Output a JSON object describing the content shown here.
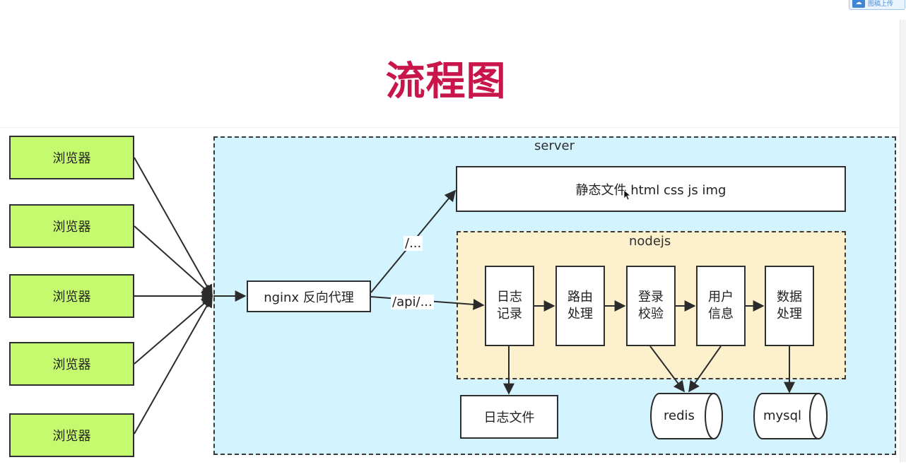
{
  "title": "流程图",
  "corner_widget": {
    "icon": "cloud-upload-icon",
    "label": "图稿上传"
  },
  "server_label": "server",
  "nodejs_label": "nodejs",
  "browsers": [
    "浏览器",
    "浏览器",
    "浏览器",
    "浏览器",
    "浏览器"
  ],
  "nginx": "nginx 反向代理",
  "static_files": "静态文件 html css js img",
  "edge_labels": {
    "static": "/...",
    "api": "/api/..."
  },
  "stages": [
    "日志\n记录",
    "路由\n处理",
    "登录\n校验",
    "用户\n信息",
    "数据\n处理"
  ],
  "log_file": "日志文件",
  "databases": {
    "redis": "redis",
    "mysql": "mysql"
  },
  "colors": {
    "title": "#c8154a",
    "browser_fill": "#c6fa6e",
    "server_zone": "#d3f4ff",
    "nodejs_zone": "#fdf1cd"
  }
}
